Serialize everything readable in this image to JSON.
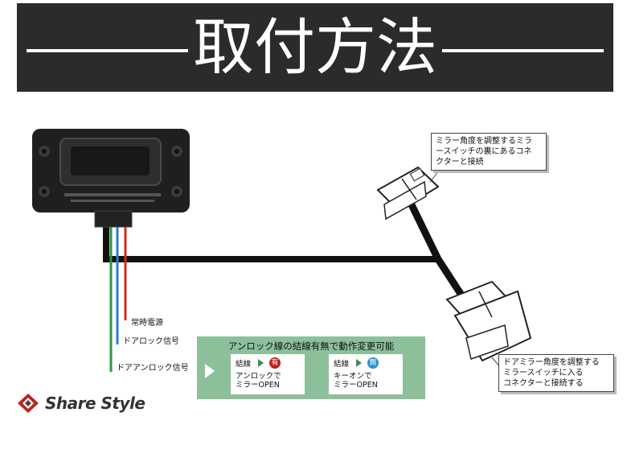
{
  "banner": {
    "title": "取付方法"
  },
  "callouts": {
    "mirror_top": [
      "ミラー角度を調整するミラ",
      "ースイッチの裏にあるコネ",
      "クターと接続"
    ],
    "door_mirror": [
      "ドアミラー角度を調整する",
      "ミラースイッチに入る",
      "コネクターと接続する"
    ]
  },
  "wire_labels": {
    "constant_power": "常時電源",
    "door_lock": "ドアロック信号",
    "door_unlock": "ドアアンロック信号"
  },
  "wire_colors": {
    "red": "#d42a1e",
    "blue": "#2a7fd0",
    "green": "#2a9a3e"
  },
  "option_box": {
    "title": "アンロック線の結線有無で動作変更可能",
    "with": {
      "label": "結線",
      "badge": "有",
      "badge_color": "#c0221a",
      "desc1": "アンロックで",
      "desc2": "ミラーOPEN"
    },
    "without": {
      "label": "結線",
      "badge": "無",
      "badge_color": "#2a8fd0",
      "desc1": "キーオンで",
      "desc2": "ミラーOPEN"
    }
  },
  "logo": {
    "text": "Share Style",
    "icon": "share-style-logo-icon"
  }
}
